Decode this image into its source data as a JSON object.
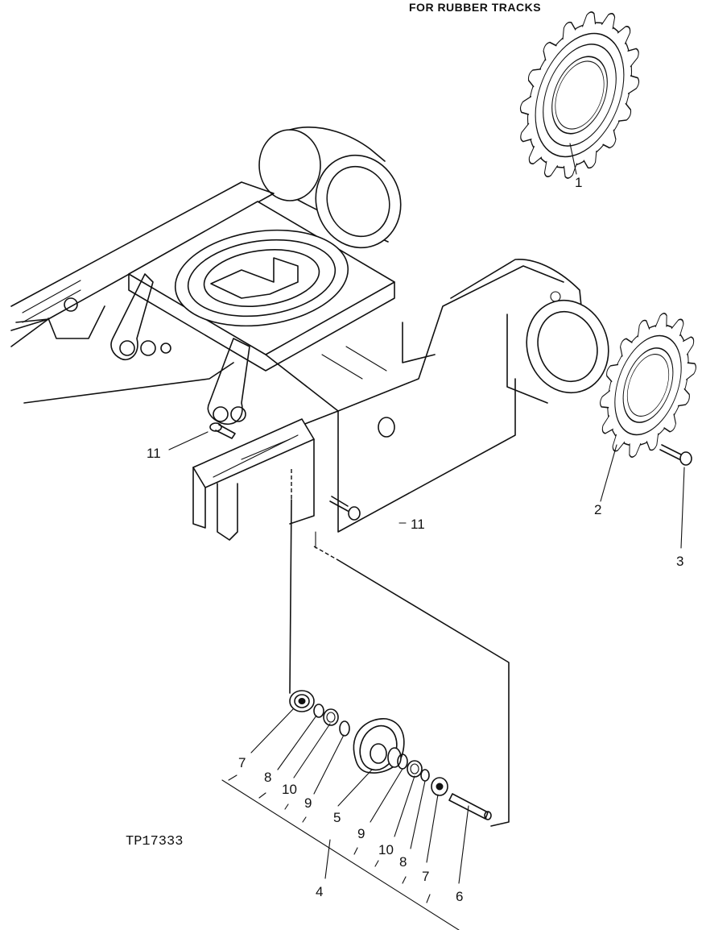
{
  "header": {
    "title": "FOR RUBBER TRACKS"
  },
  "figure_ref": "TP17333",
  "callouts": {
    "c1": "1",
    "c2": "2",
    "c3": "3",
    "c4": "4",
    "c5": "5",
    "c6": "6",
    "c7a": "7",
    "c7b": "7",
    "c8a": "8",
    "c8b": "8",
    "c9a": "9",
    "c9b": "9",
    "c10a": "10",
    "c10b": "10",
    "c11a": "11",
    "c11b": "11"
  }
}
